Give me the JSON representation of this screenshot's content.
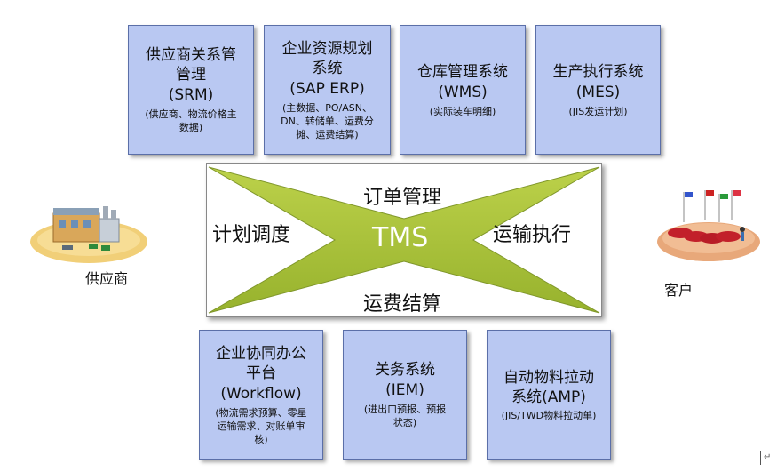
{
  "top_systems": [
    {
      "name": "供应商关系管\n管理",
      "abbr": "(SRM)",
      "desc": "(供应商、物流价格主\n数据)"
    },
    {
      "name": "企业资源规划\n系统",
      "abbr": "(SAP ERP)",
      "desc": "(主数据、PO/ASN、\nDN、转储单、运费分\n摊、运费结算)"
    },
    {
      "name": "仓库管理系统",
      "abbr": "(WMS)",
      "desc": "(实际装车明细)"
    },
    {
      "name": "生产执行系统",
      "abbr": "(MES)",
      "desc": "(JIS发运计划)"
    }
  ],
  "bottom_systems": [
    {
      "name": "企业协同办公\n平台",
      "abbr": "(Workflow)",
      "desc": "(物流需求预算、零星\n运输需求、对账单审\n核)"
    },
    {
      "name": "关务系统",
      "abbr": "(IEM)",
      "desc": "(进出口预报、预报\n状态)"
    },
    {
      "name": "自动物料拉动\n系统(AMP)",
      "abbr": "",
      "desc": "(JIS/TWD物料拉动单)"
    }
  ],
  "tms": {
    "center": "TMS",
    "top": "订单管理",
    "left": "计划调度",
    "right": "运输执行",
    "bottom": "运费结算"
  },
  "supplier_label": "供应商",
  "customer_label": "客户",
  "colors": {
    "box_fill": "#b9c8f2",
    "cross_green": "#a9c23a"
  },
  "icons": {
    "supplier": "factory-icon",
    "customer": "cars-flags-icon",
    "corner": "return-arrow-icon"
  }
}
